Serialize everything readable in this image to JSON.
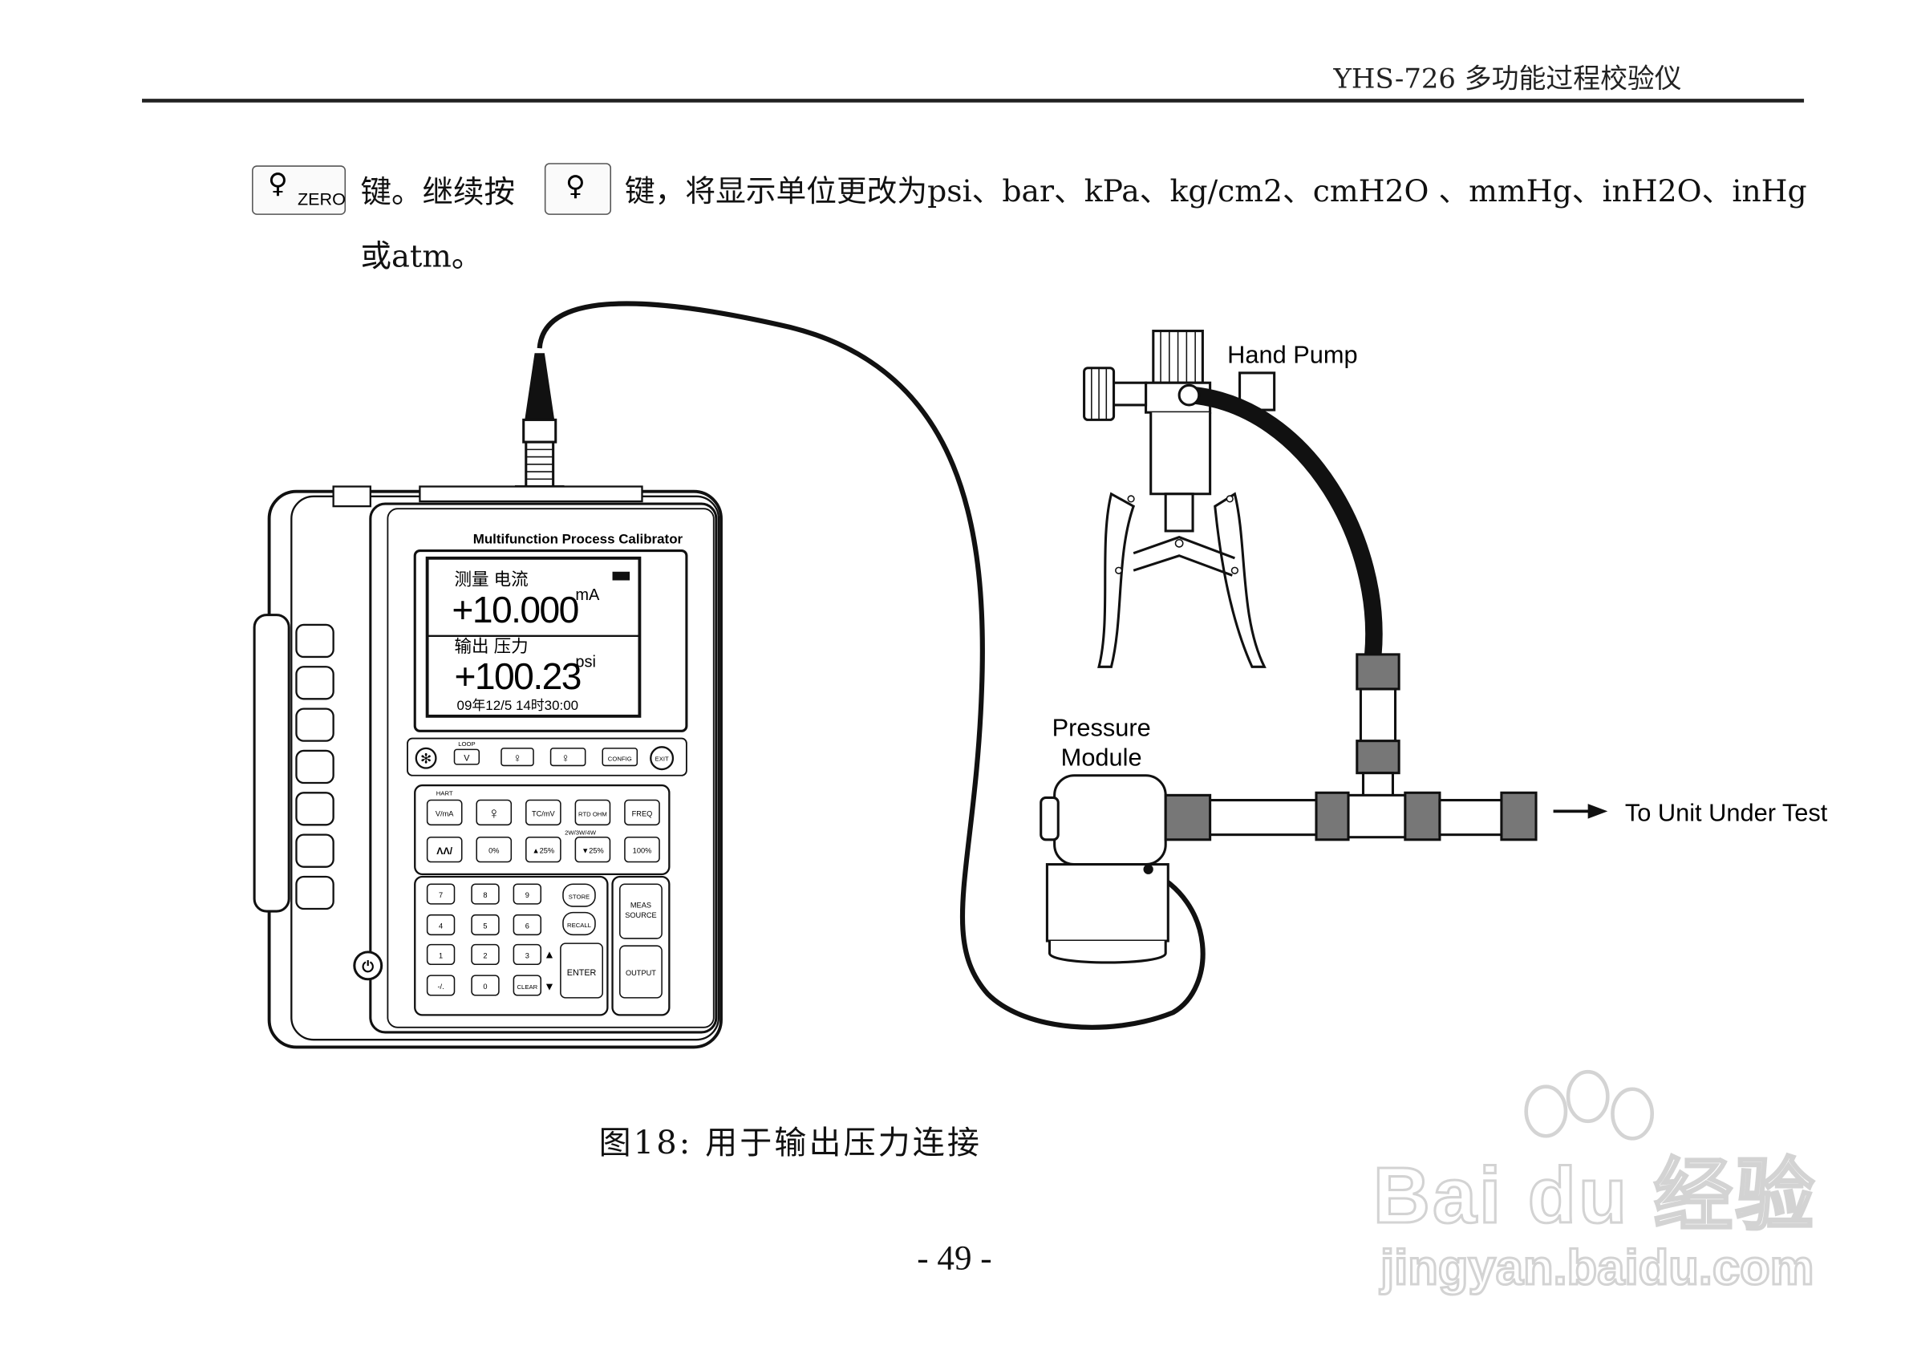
{
  "header": {
    "title": "YHS-726 多功能过程校验仪"
  },
  "paragraph": {
    "key1_symbol": "♀",
    "key1_label": "ZERO",
    "text_after_key1": "键。继续按",
    "key2_symbol": "♀",
    "text_after_key2": "键，将显示单位更改为psi、bar、kPa、kg/cm2、cmH2O 、mmHg、inH2O、inHg",
    "line2": "或atm。"
  },
  "diagram": {
    "device_title": "Multifunction Process Calibrator",
    "screen": {
      "line1_label": "测量 电流",
      "line1_value": "+10.000",
      "line1_unit": "mA",
      "line2_label": "输出 压力",
      "line2_value": "+100.23",
      "line2_unit": "psi",
      "datetime": "09年12/5 14时30:00"
    },
    "top_keys": {
      "loop": "LOOP",
      "v": "V",
      "config": "CONFIG",
      "exit": "EXIT"
    },
    "hart_label": "HART",
    "row1_keys": [
      "V/mA",
      "TC/mV",
      "RTD OHM",
      "FREQ"
    ],
    "wire_label": "2W/3W/4W",
    "row2_keys": [
      "0%",
      "▲25%",
      "▼25%",
      "100%"
    ],
    "numpad": [
      "7",
      "8",
      "9",
      "4",
      "5",
      "6",
      "1",
      "2",
      "3",
      "-/.",
      "0"
    ],
    "side_keys": {
      "store": "STORE",
      "recall": "RECALL",
      "clear": "CLEAR",
      "enter": "ENTER",
      "meas": "MEAS",
      "source": "SOURCE",
      "output": "OUTPUT"
    },
    "hand_pump_label": "Hand Pump",
    "pressure_module_label_1": "Pressure",
    "pressure_module_label_2": "Module",
    "to_unit_label": "To Unit Under Test"
  },
  "caption": "图18: 用于输出压力连接",
  "page_number": "- 49 -",
  "watermark": {
    "brand": "Bai du 经验",
    "url": "jingyan.baidu.com"
  }
}
